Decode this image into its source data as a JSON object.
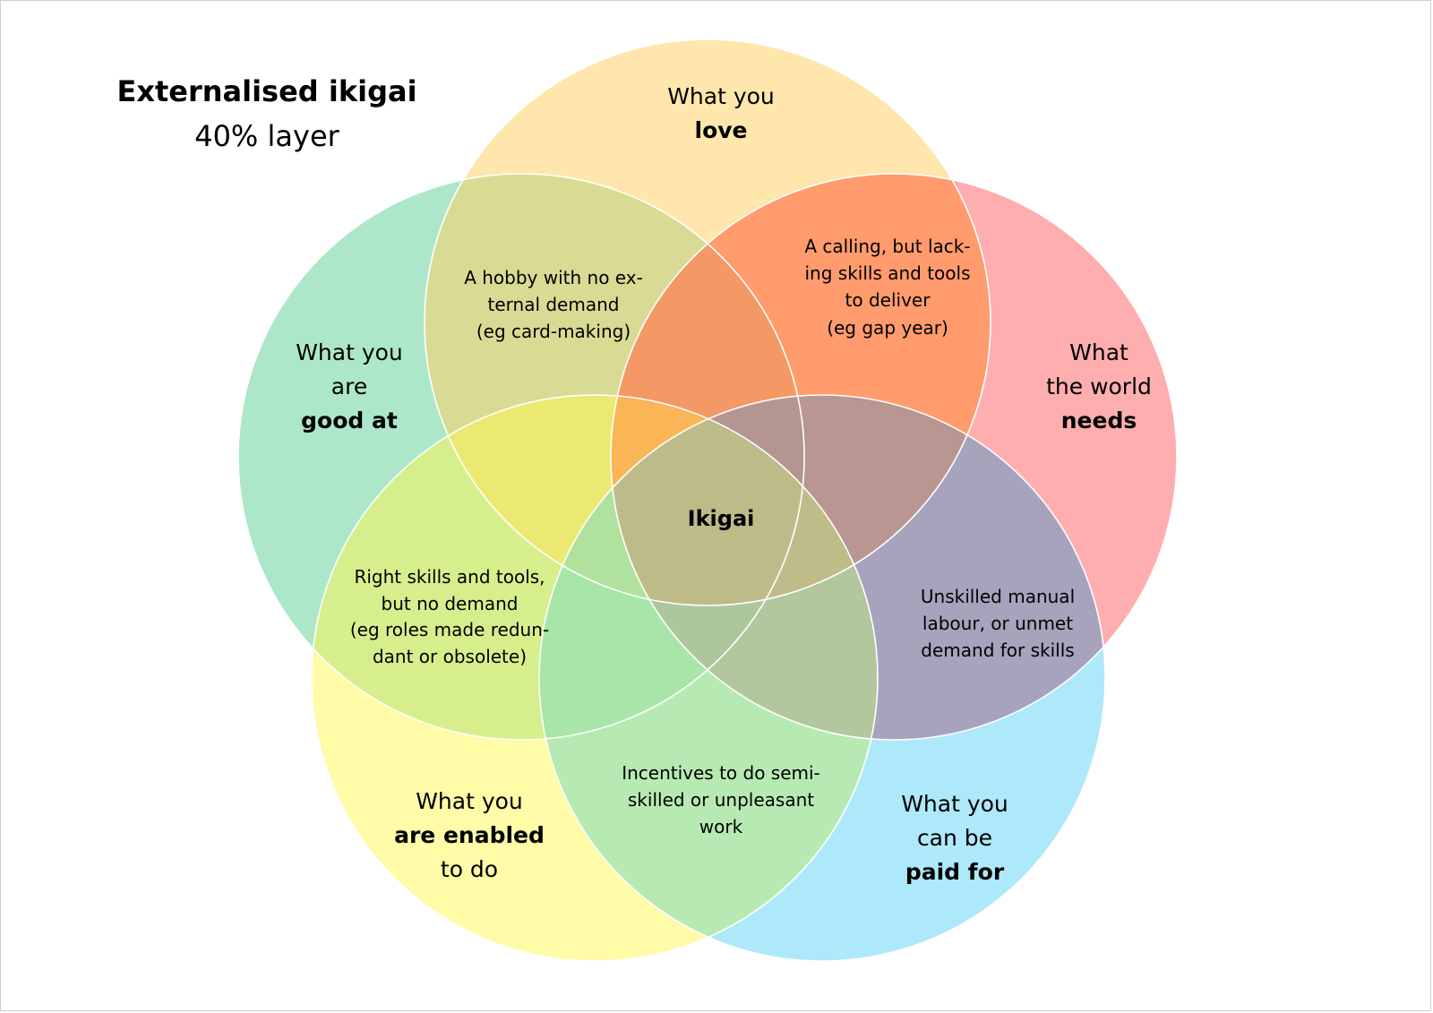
{
  "title": {
    "main": "Externalised ikigai",
    "sub": "40% layer"
  },
  "colors": {
    "background": "#ffffff",
    "love": "#fed267",
    "good_at": "#6ad49c",
    "world_needs": "#ff6b6e",
    "enabled": "#fff750",
    "paid_for": "#3dc8f5",
    "paid_for_hint": "#e57c6e",
    "stroke": "#ffffff",
    "text": "#000000"
  },
  "circles": {
    "love": {
      "icon": "love-circle",
      "lines": [
        {
          "text": "What you",
          "bold": false
        },
        {
          "text": "love",
          "bold": true
        }
      ]
    },
    "good_at": {
      "icon": "good-at-circle",
      "lines": [
        {
          "text": "What you",
          "bold": false
        },
        {
          "text": "are",
          "bold": false
        },
        {
          "text": "good at",
          "bold": true
        }
      ]
    },
    "world_needs": {
      "icon": "world-needs-circle",
      "lines": [
        {
          "text": "What",
          "bold": false
        },
        {
          "text": "the world",
          "bold": false
        },
        {
          "text": "needs",
          "bold": true
        }
      ]
    },
    "enabled": {
      "icon": "enabled-circle",
      "lines": [
        {
          "text": "What you",
          "bold": false
        },
        {
          "text": "are enabled",
          "bold": true
        },
        {
          "text": "to do",
          "bold": false
        }
      ]
    },
    "paid_for": {
      "icon": "paid-for-circle",
      "lines": [
        {
          "text": "What you",
          "bold": false
        },
        {
          "text": "can be",
          "bold": false
        },
        {
          "text": "paid for",
          "bold": true
        }
      ]
    }
  },
  "regions": {
    "hobby": {
      "lines": [
        "A hobby with no ex-",
        "ternal demand",
        "(eg card-making)"
      ]
    },
    "calling": {
      "lines": [
        "A calling, but lack-",
        "ing skills and tools",
        "to deliver",
        "(eg gap year)"
      ]
    },
    "no_demand": {
      "lines": [
        "Right skills and tools,",
        "but no demand",
        "(eg roles made redun-",
        "dant or obsolete)"
      ]
    },
    "unskilled": {
      "lines": [
        "Unskilled manual",
        "labour, or unmet",
        "demand for skills"
      ]
    },
    "incentives": {
      "lines": [
        "Incentives to do semi-",
        "skilled or unpleasant",
        "work"
      ]
    }
  },
  "center": {
    "label": "Ikigai"
  }
}
